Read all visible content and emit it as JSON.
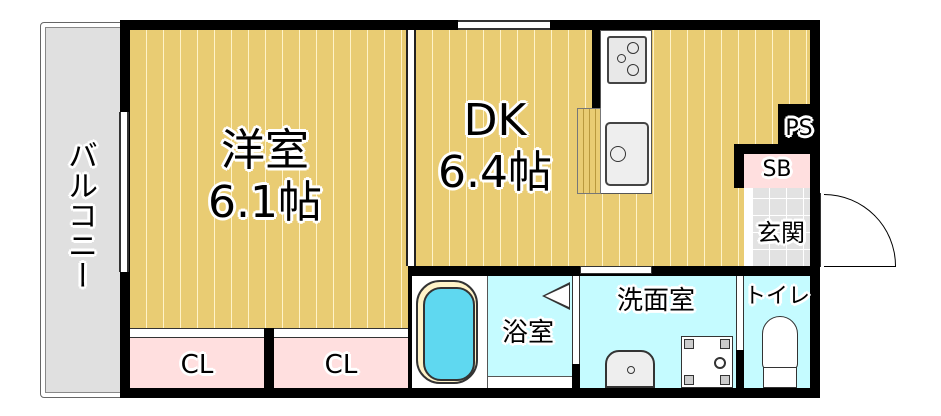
{
  "floor_plan": {
    "rooms": {
      "western_room": {
        "name": "洋室",
        "size": "6.1帖"
      },
      "dining_kitchen": {
        "name": "DK",
        "size": "6.4帖"
      },
      "balcony": {
        "name": "バルコニー"
      },
      "closet_1": {
        "name": "CL"
      },
      "closet_2": {
        "name": "CL"
      },
      "bathroom": {
        "name": "浴室"
      },
      "washroom": {
        "name": "洗面室"
      },
      "toilet": {
        "name": "トイレ"
      },
      "entrance": {
        "name": "玄関"
      },
      "shoe_box": {
        "name": "SB"
      },
      "pipe_space": {
        "name": "PS"
      }
    },
    "colors": {
      "flooring": "#e9cc73",
      "closet": "#ffdfdf",
      "wet_area": "#c5fbff",
      "balcony": "#e0e0e0",
      "entrance_tile": "#e2e2e2",
      "wall": "#000000"
    }
  }
}
